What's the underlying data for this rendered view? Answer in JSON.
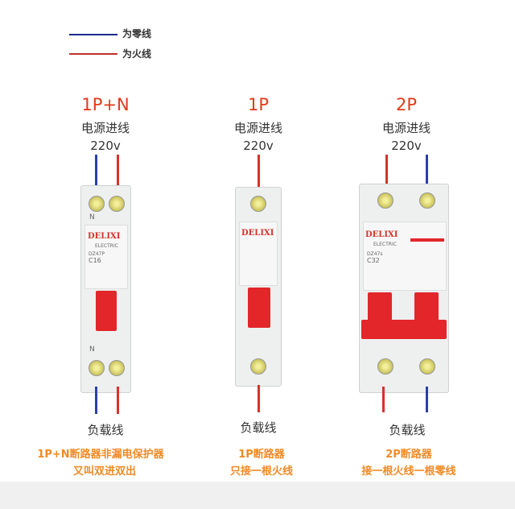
{
  "legend": [
    {
      "label": "为零线",
      "color": "#1c2a8c"
    },
    {
      "label": "为火线",
      "color": "#c0302a"
    }
  ],
  "breakers": [
    {
      "title": "1P+N",
      "source": "电源进线",
      "voltage": "220v",
      "load": "负载线",
      "note1": "1P+N断路器非漏电保护器",
      "note2": "又叫双进双出",
      "brand": "DELIXI",
      "brand_sub": "ELECTRIC",
      "model": "DZ47P",
      "rating": "C16",
      "terminal_label": "N"
    },
    {
      "title": "1P",
      "source": "电源进线",
      "voltage": "220v",
      "load": "负载线",
      "note1": "1P断路器",
      "note2": "只接一根火线",
      "brand": "DELIXI"
    },
    {
      "title": "2P",
      "source": "电源进线",
      "voltage": "220v",
      "load": "负载线",
      "note1": "2P断路器",
      "note2": "接一根火线一根零线",
      "brand": "DELIXI",
      "brand_sub": "ELECTRIC",
      "model": "DZ47s",
      "rating": "C32"
    }
  ]
}
